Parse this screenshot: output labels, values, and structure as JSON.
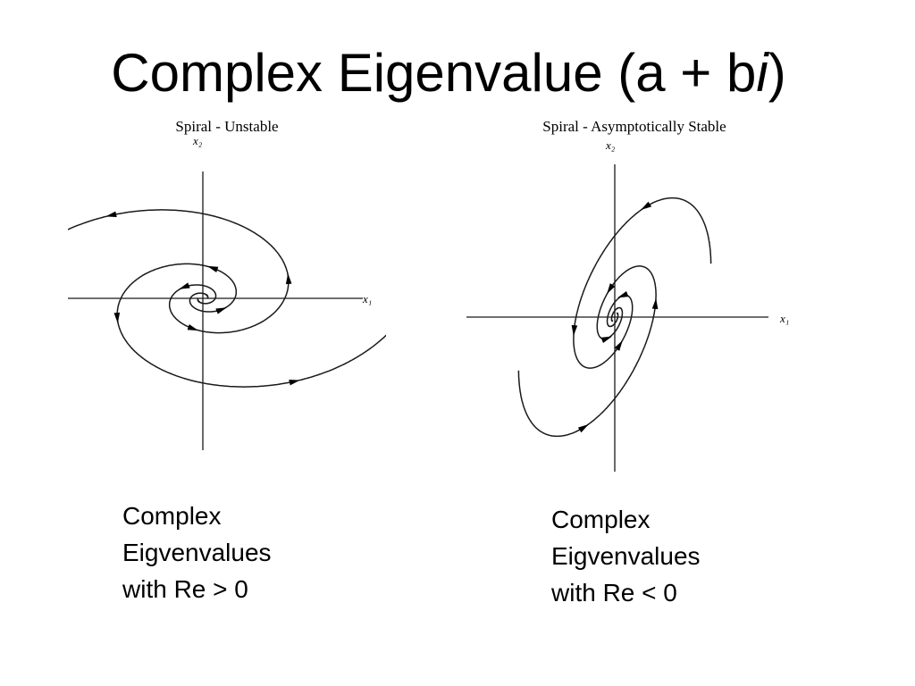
{
  "title": {
    "prefix": "Complex Eigenvalue (a + b",
    "italic": "i",
    "suffix": ")"
  },
  "panels": [
    {
      "title": "Spiral - Unstable",
      "x_axis_label": "x₁",
      "y_axis_label": "x₂"
    },
    {
      "title": "Spiral - Asymptotically Stable",
      "x_axis_label": "x₁",
      "y_axis_label": "x₂"
    }
  ],
  "captions": [
    {
      "lines": [
        "Complex",
        "Eigvenvalues",
        "with Re > 0"
      ]
    },
    {
      "lines": [
        "Complex",
        "Eigvenvalues",
        "with Re < 0"
      ]
    }
  ]
}
